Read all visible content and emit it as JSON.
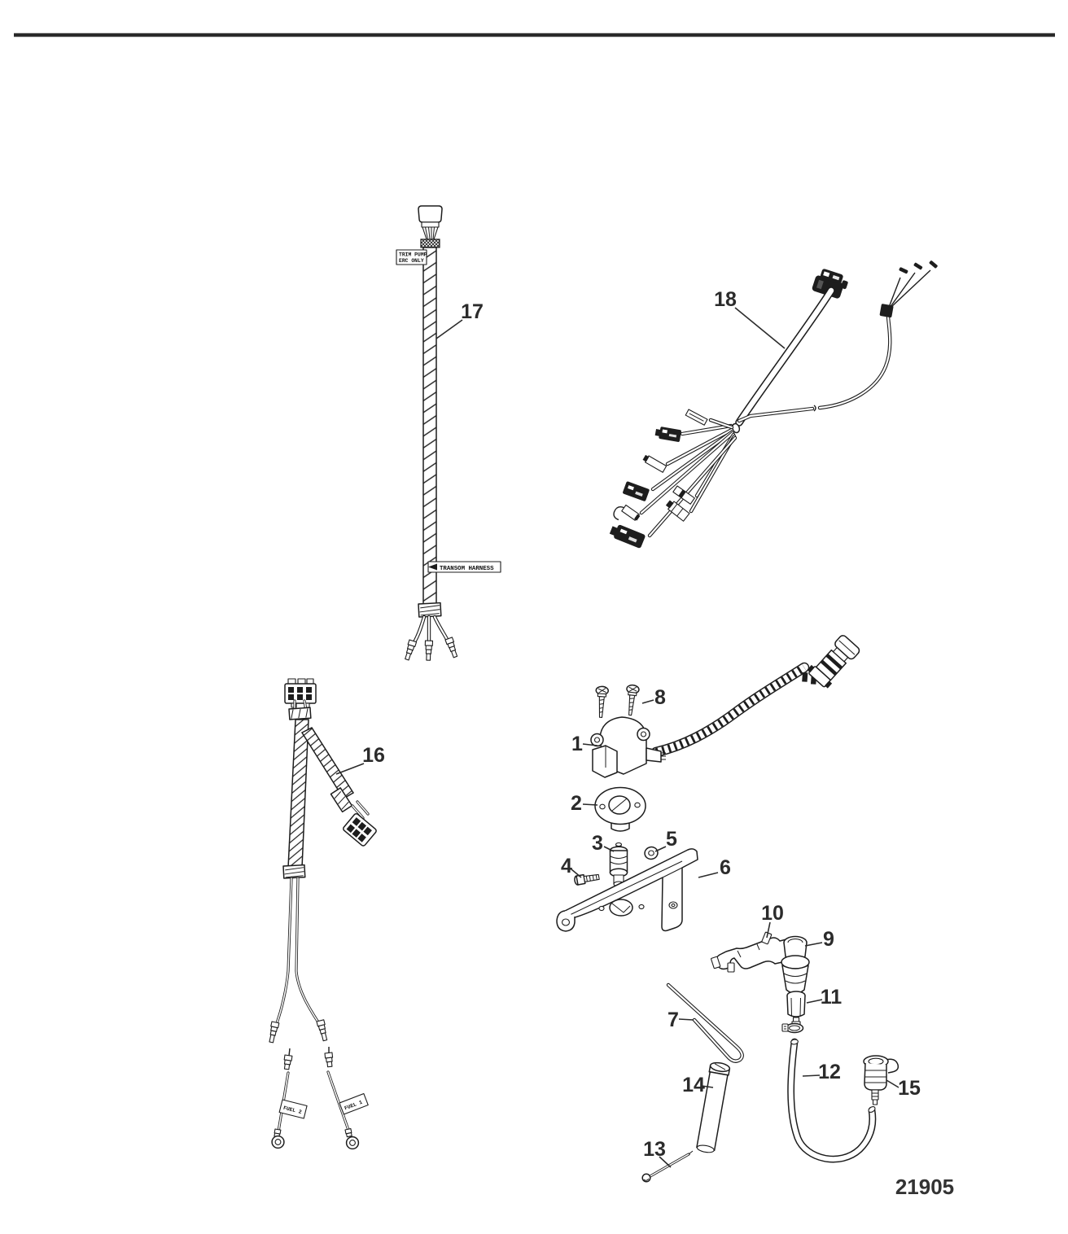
{
  "drawing": {
    "part_number": "21905"
  },
  "labels": {
    "trim_pump": [
      "TRIM PUMP",
      "ERC ONLY"
    ],
    "transom_harness": "TRANSOM HARNESS",
    "fuel_1": "FUEL 1",
    "fuel_2": "FUEL 2"
  },
  "callouts": {
    "c1": "1",
    "c2": "2",
    "c3": "3",
    "c4": "4",
    "c5": "5",
    "c6": "6",
    "c7": "7",
    "c8": "8",
    "c9": "9",
    "c10": "10",
    "c11": "11",
    "c12": "12",
    "c13": "13",
    "c14": "14",
    "c15": "15",
    "c16": "16",
    "c17": "17",
    "c18": "18"
  }
}
